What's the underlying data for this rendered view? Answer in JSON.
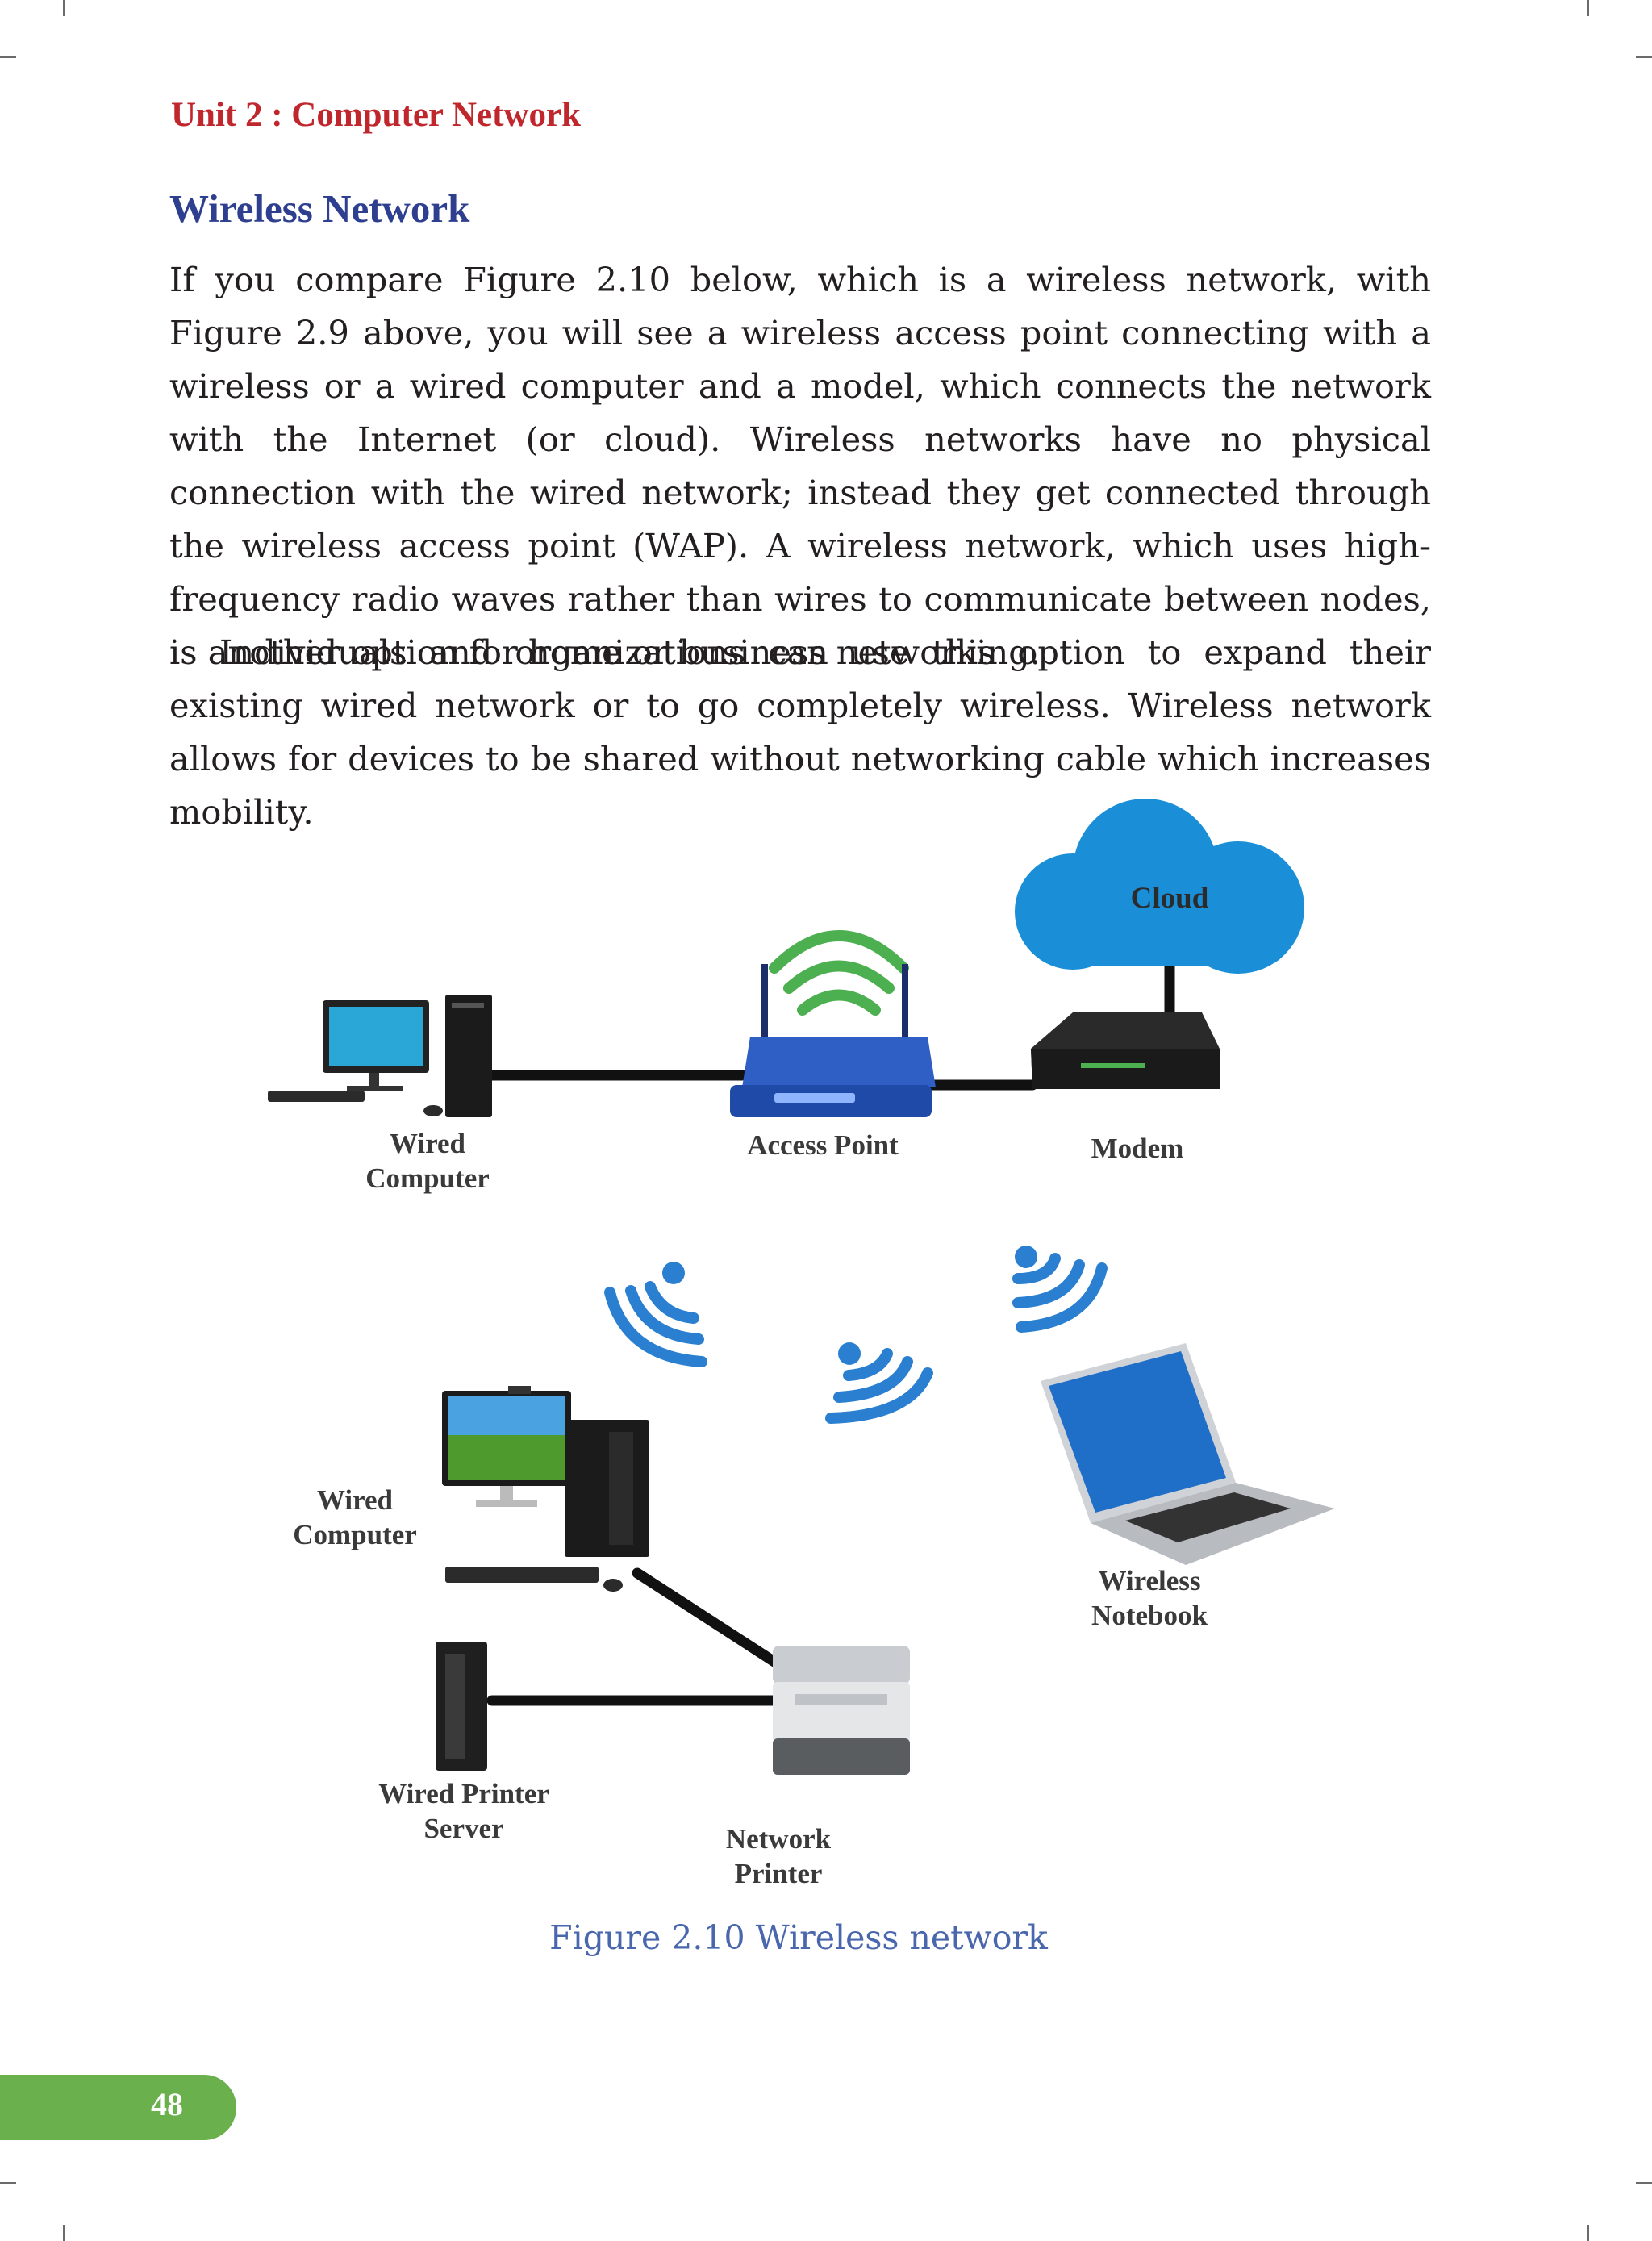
{
  "header": {
    "unit_title": "Unit 2 : Computer Network"
  },
  "section": {
    "title": "Wireless Network",
    "paragraphs": [
      "If you compare Figure 2.10 below, which is a wireless network, with Figure 2.9 above, you will see a wireless access point connecting with a wireless or a wired computer and a model, which connects the network with the Internet (or cloud). Wireless networks have no physical connection with the wired network; instead they get connected through the wireless access point (WAP). A wireless network, which uses high-frequency radio waves rather than wires to communicate between nodes, is another option for home or business networking.",
      "Individuals and organizations can use this option to expand their existing wired network or to go completely wireless. Wireless network allows for devices to be shared without networking cable which increases mobility."
    ]
  },
  "figure": {
    "labels": {
      "cloud": "Cloud",
      "wired_computer_top_line1": "Wired",
      "wired_computer_top_line2": "Computer",
      "access_point": "Access Point",
      "modem": "Modem",
      "wired_computer_bottom_line1": "Wired",
      "wired_computer_bottom_line2": "Computer",
      "wireless_notebook_line1": "Wireless",
      "wireless_notebook_line2": "Notebook",
      "printer_server_line1": "Wired Printer",
      "printer_server_line2": "Server",
      "network_printer_line1": "Network",
      "network_printer_line2": "Printer"
    },
    "caption": "Figure 2.10  Wireless network",
    "colors": {
      "cloud": "#1a8fd8",
      "signal": "#2a7fd0",
      "router": "#2f5fc4",
      "antenna_waves": "#4caf50"
    }
  },
  "footer": {
    "page_number": "48",
    "tab_color": "#6ab04c"
  }
}
